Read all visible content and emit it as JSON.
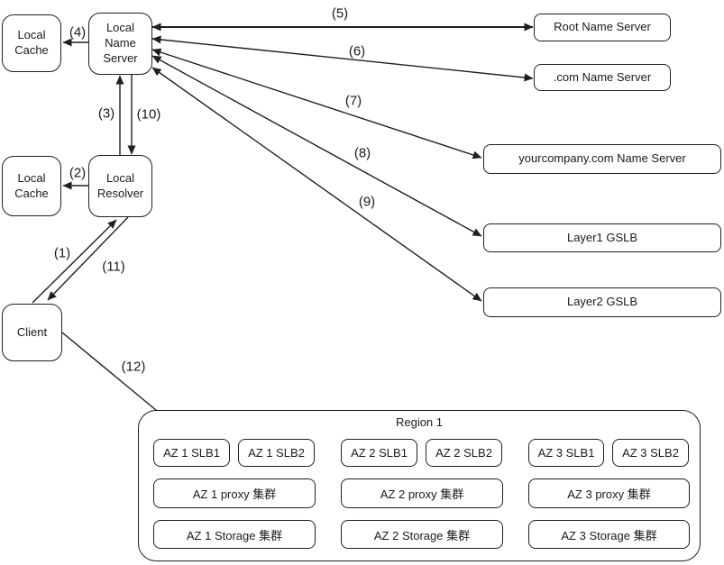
{
  "colors": {
    "line": "#1f1f1f",
    "background": "#ffffff",
    "text": "#1a1a1a"
  },
  "nodes": {
    "local_cache_top": "Local\nCache",
    "local_name_server": "Local\nName\nServer",
    "local_cache_mid": "Local\nCache",
    "local_resolver": "Local\nResolver",
    "client": "Client",
    "root_name_server": "Root Name Server",
    "com_name_server": ".com Name Server",
    "yourcompany_name_server": "yourcompany.com Name Server",
    "layer1_gslb": "Layer1 GSLB",
    "layer2_gslb": "Layer2 GSLB"
  },
  "region": {
    "title": "Region 1",
    "slb": [
      "AZ 1 SLB1",
      "AZ 1 SLB2",
      "AZ 2 SLB1",
      "AZ 2 SLB2",
      "AZ 3 SLB1",
      "AZ 3 SLB2"
    ],
    "proxy": [
      "AZ 1 proxy 集群",
      "AZ 2 proxy 集群",
      "AZ 3 proxy 集群"
    ],
    "storage": [
      "AZ 1 Storage 集群",
      "AZ 2 Storage 集群",
      "AZ 3 Storage 集群"
    ]
  },
  "edge_labels": {
    "e1": "(1)",
    "e2": "(2)",
    "e3": "(3)",
    "e4": "(4)",
    "e5": "(5)",
    "e6": "(6)",
    "e7": "(7)",
    "e8": "(8)",
    "e9": "(9)",
    "e10": "(10)",
    "e11": "(11)",
    "e12": "(12)"
  }
}
